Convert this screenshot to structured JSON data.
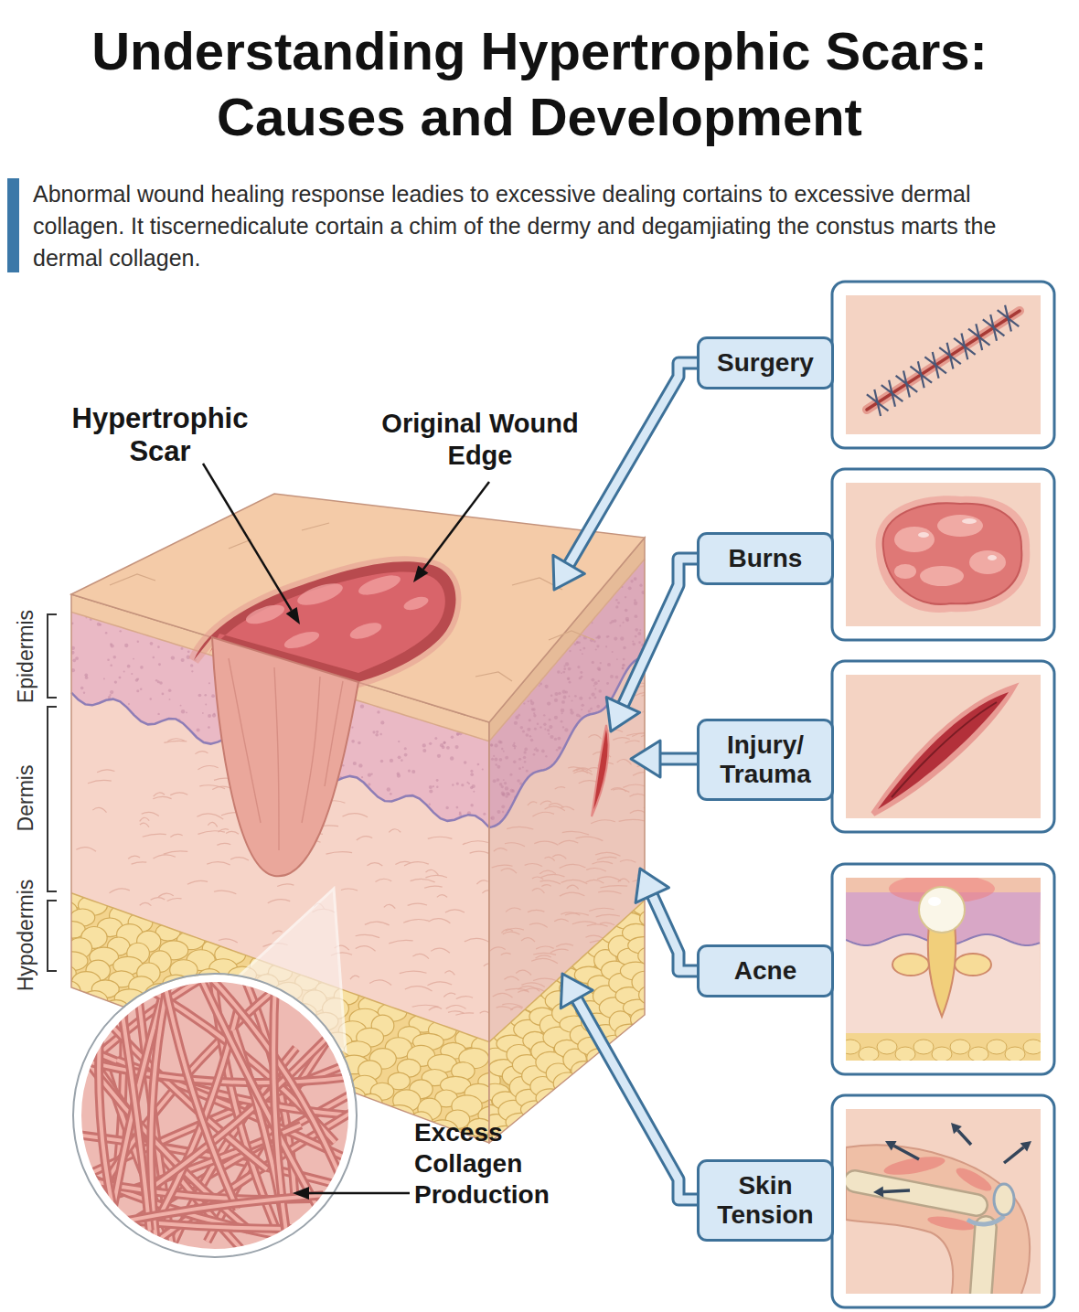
{
  "diagram": {
    "title": "Understanding Hypertrophic Scars: Causes and Development",
    "nodes": [
      {
        "text": [
          "Surgery"
        ]
      },
      {
        "text": [
          "Burns"
        ]
      },
      {
        "text": [
          "Injury/ Trauma"
        ]
      },
      {
        "text": [
          "Acne"
        ]
      },
      {
        "text": [
          "Skin Tension"
        ]
      }
    ],
    "labels": [
      "Abnormal wound healing response leadies to excessive dealing cortains to excessive dermal collagen. It tiscernedicalute cortain a chim of the dermy and degamjiating the constus marts the dermal collagen.",
      "Hypertrophic Scar",
      "Original Wound Edge",
      "Epidermis",
      "Dermis",
      "Hypodermis",
      "Excess Collagen Production"
    ]
  }
}
